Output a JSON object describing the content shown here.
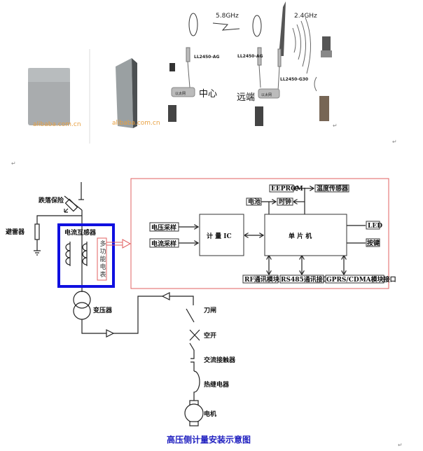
{
  "photos": {
    "watermark_1": "alibaba.com.cn",
    "watermark_2": "alibaba.com.cn"
  },
  "network": {
    "freq_58": "5.8GHz",
    "freq_24": "2.4GHz",
    "ap_left": "LL2450-AG",
    "ap_right": "LL2450-AG",
    "ap_g30": "LL2450-G30",
    "hub_left": "以太网",
    "hub_right": "以太网",
    "center": "中心",
    "remote": "远端"
  },
  "block": {
    "voltage_sampling": "电压采样",
    "current_sampling": "电流采样",
    "metering_ic": "计 量 IC",
    "mcu": "单 片 机",
    "eeprom": "EEPROM",
    "temp_sensor": "温度传感器",
    "battery": "电池",
    "clock": "时钟",
    "led": "LED",
    "keys": "按键",
    "rf": "RF通讯模块",
    "rs485": "RS485通讯接口",
    "gprs": "GPRS/CDMA模块接口"
  },
  "circuit": {
    "fuse": "跌落保险",
    "arrester": "避雷器",
    "ct": "电流互感器",
    "meter": "多功能电表",
    "transformer": "变压器",
    "knife": "刀闸",
    "breaker": "空开",
    "contactor": "交流接触器",
    "relay": "热继电器",
    "motor": "电机"
  },
  "caption": "高压侧计量安装示意图",
  "colors": {
    "blue": "#1010e0",
    "red": "#e06060",
    "caption": "#2020c0",
    "watermark": "#e8a040"
  }
}
